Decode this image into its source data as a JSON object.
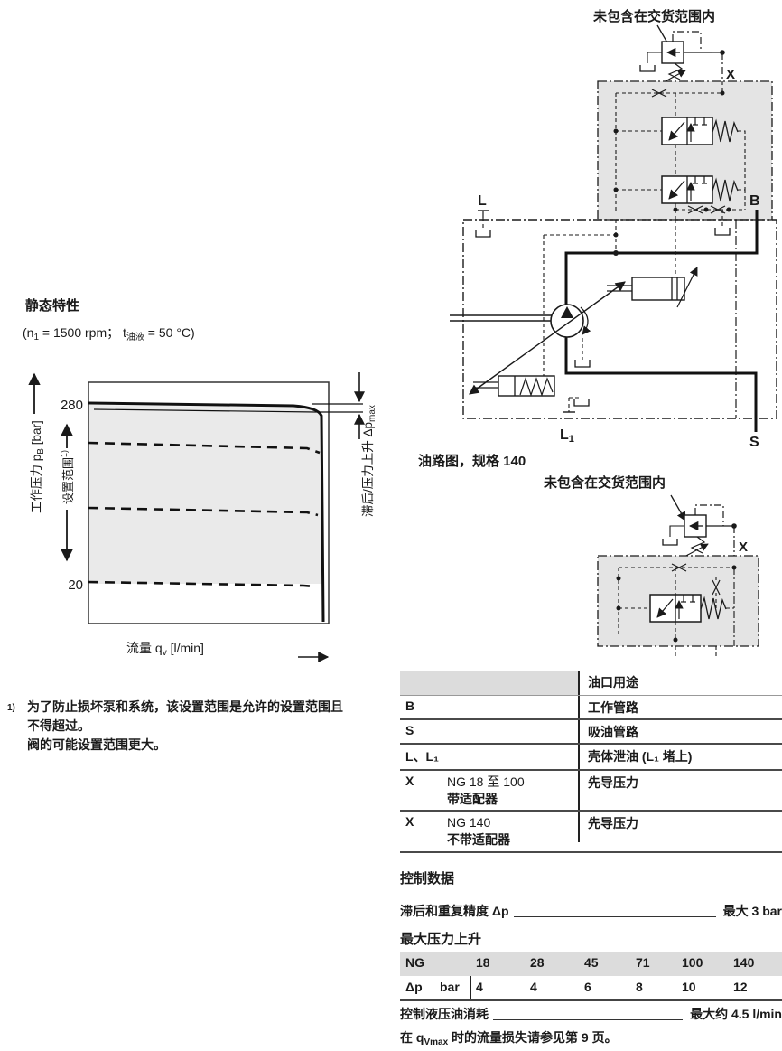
{
  "page": {
    "bg": "#ffffff",
    "ink": "#1a1a1a",
    "gray_fill": "#e4e4e4",
    "chart_fill": "#eaeaea"
  },
  "circuit_main": {
    "not_included_label": "未包含在交货范围内",
    "port_l": "L",
    "port_b": "B",
    "port_s": "S",
    "port_x": "X",
    "port_l1_main": "L",
    "port_l1_sub": "1"
  },
  "circuit_caption": "油路图，规格 140",
  "circuit_140": {
    "not_included_label": "未包含在交货范围内",
    "port_x": "X"
  },
  "statics": {
    "title": "静态特性",
    "cond_pre": "(n",
    "cond_sub1": "1",
    "cond_mid": " = 1500 rpm；  t",
    "cond_sub2": "油液",
    "cond_post": " = 50 °C)"
  },
  "chart": {
    "y_tick_top": "280",
    "y_tick_bottom": "20",
    "y_label_pre": "工作压力 p",
    "y_label_sub": "B",
    "y_label_post": " [bar]",
    "range_label": "设置范围",
    "range_sup": "1)",
    "x_label_pre": "流量 q",
    "x_label_sub": "v",
    "x_label_post": " [l/min]",
    "hyst_pre": "滞后/压力上升 Δp",
    "hyst_sub": "max"
  },
  "chart_data": {
    "type": "line",
    "title": "静态特性",
    "conditions": "n1 = 1500 rpm；t油液 = 50 °C",
    "xlabel": "流量 qv [l/min]",
    "ylabel": "工作压力 pB [bar]",
    "x_ticks": [],
    "y_ticks": [
      280,
      20
    ],
    "grid": false,
    "legend": "none",
    "series": [
      {
        "name": "最大压力设置 280 bar",
        "style": "solid-bold",
        "points_norm_x_percent": [
          [
            0,
            280
          ],
          [
            90,
            277
          ],
          [
            97,
            270
          ],
          [
            98,
            0
          ]
        ]
      },
      {
        "name": "中间压力设置(未标注,约 225 bar)",
        "style": "dashed",
        "points_norm_x_percent": [
          [
            0,
            225
          ],
          [
            95,
            219
          ],
          [
            96,
            0
          ]
        ]
      },
      {
        "name": "中间压力设置(未标注,约 130 bar)",
        "style": "dashed",
        "points_norm_x_percent": [
          [
            0,
            130
          ],
          [
            95,
            124
          ],
          [
            96,
            0
          ]
        ]
      },
      {
        "name": "最小压力设置 20 bar",
        "style": "dashed",
        "points_norm_x_percent": [
          [
            0,
            22
          ],
          [
            94,
            18
          ]
        ]
      }
    ],
    "shaded_region": "设置范围（20 至 280 bar 之间的灰色区域）",
    "annotations": [
      "滞后/压力上升 Δpmax",
      "设置范围 1)"
    ]
  },
  "footnote": {
    "marker": "1)",
    "line1": "为了防止损坏泵和系统，该设置范围是允许的设置范围且",
    "line2": "不得超过。",
    "line3": "阀的可能设置范围更大。"
  },
  "port_table": {
    "header": "油口用途",
    "rows": [
      {
        "port": "B",
        "variant1": "",
        "variant2": "",
        "usage": "工作管路"
      },
      {
        "port": "S",
        "variant1": "",
        "variant2": "",
        "usage": "吸油管路"
      },
      {
        "port": "L、L₁",
        "variant1": "",
        "variant2": "",
        "usage": "壳体泄油 (L₁ 堵上)"
      },
      {
        "port": "X",
        "variant1": "NG 18 至 100",
        "variant2": "带适配器",
        "usage": "先导压力"
      },
      {
        "port": "X",
        "variant1": "NG 140",
        "variant2": "不带适配器",
        "usage": "先导压力"
      }
    ]
  },
  "control": {
    "title": "控制数据",
    "hyst_label": "滞后和重复精度 Δp",
    "hyst_value": "最大 3 bar",
    "rise_title": "最大压力上升",
    "ng_label": "NG",
    "dp_label": "Δp",
    "dp_unit": "bar",
    "ng_values": [
      "18",
      "28",
      "45",
      "71",
      "100",
      "140"
    ],
    "dp_values": [
      "4",
      "4",
      "6",
      "8",
      "10",
      "12"
    ],
    "consumption_label": "控制液压油消耗",
    "consumption_value": "最大约 4.5 l/min",
    "note_pre": "在 q",
    "note_sub": "Vmax",
    "note_post": " 时的流量损失请参见第 9 页。"
  }
}
